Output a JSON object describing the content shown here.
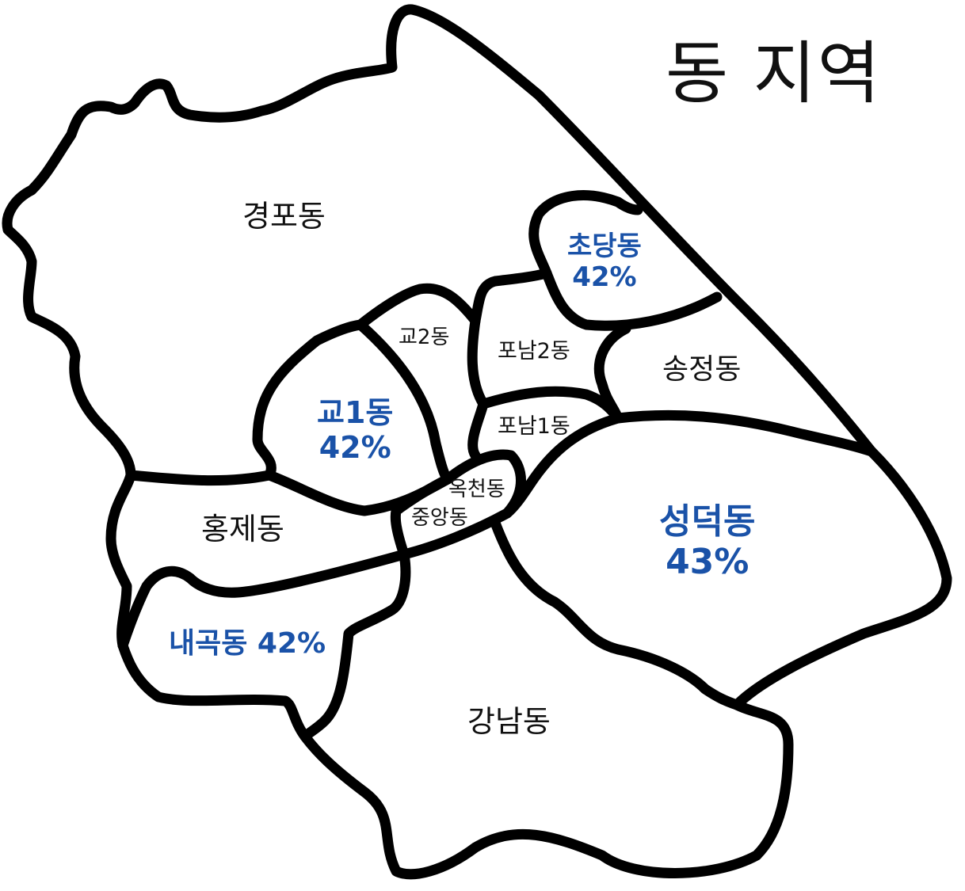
{
  "title": "동 지역",
  "highlight_color": "#1a52a8",
  "regions": {
    "gyeongpo": {
      "name": "경포동"
    },
    "chodang": {
      "name": "초당동",
      "rate": "42%"
    },
    "songjeong": {
      "name": "송정동"
    },
    "gyo2": {
      "name": "교2동"
    },
    "ponam2": {
      "name": "포남2동"
    },
    "gyo1": {
      "name": "교1동",
      "rate": "42%"
    },
    "ponam1": {
      "name": "포남1동"
    },
    "okcheon": {
      "name": "옥천동"
    },
    "jungang": {
      "name": "중앙동"
    },
    "hongje": {
      "name": "홍제동"
    },
    "seongdeok": {
      "name": "성덕동",
      "rate": "43%"
    },
    "naegok": {
      "name": "내곡동",
      "rate": "42%"
    },
    "gangnam": {
      "name": "강남동"
    }
  }
}
